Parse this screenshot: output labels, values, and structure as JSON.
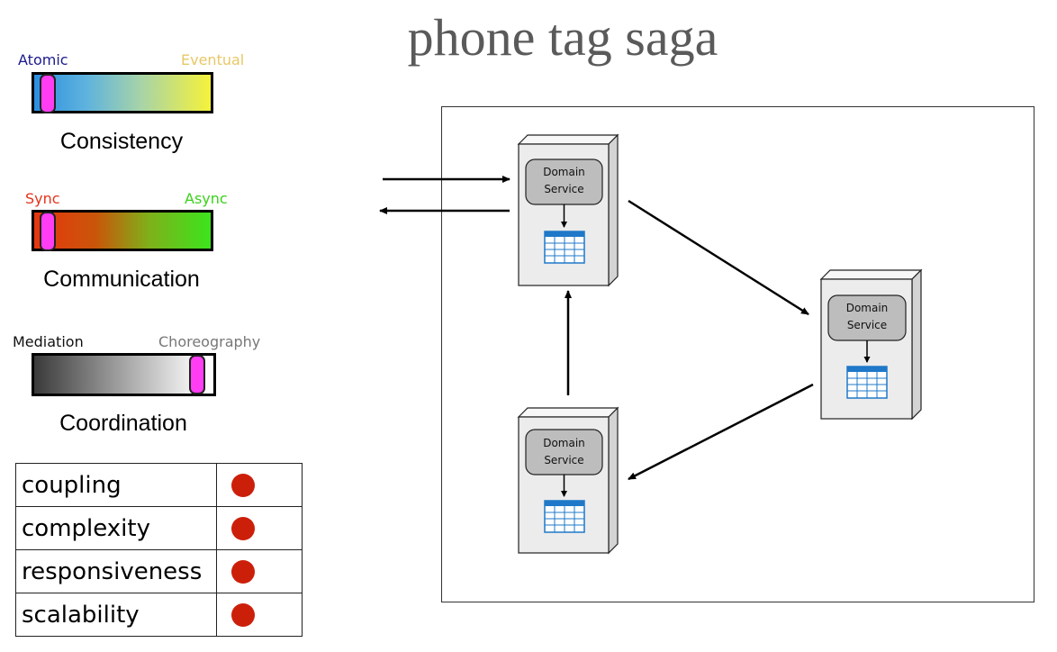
{
  "title": "phone tag saga",
  "scales": {
    "consistency": {
      "left_label": "Atomic",
      "right_label": "Eventual",
      "caption": "Consistency",
      "thumb_position": 0.09,
      "left_color": "#1b1b8f",
      "right_color": "#e8c766"
    },
    "communication": {
      "left_label": "Sync",
      "right_label": "Async",
      "caption": "Communication",
      "thumb_position": 0.09,
      "left_color": "#e5331b",
      "right_color": "#3ad21b"
    },
    "coordination": {
      "left_label": "Mediation",
      "right_label": "Choreography",
      "caption": "Coordination",
      "thumb_position": 0.91,
      "left_color": "#111111",
      "right_color": "#777777"
    }
  },
  "metrics": [
    {
      "name": "coupling",
      "rating_color": "#cc1f0a"
    },
    {
      "name": "complexity",
      "rating_color": "#cc1f0a"
    },
    {
      "name": "responsiveness",
      "rating_color": "#cc1f0a"
    },
    {
      "name": "scalability",
      "rating_color": "#cc1f0a"
    }
  ],
  "diagram": {
    "services": [
      {
        "line1": "Domain",
        "line2": "Service"
      },
      {
        "line1": "Domain",
        "line2": "Service"
      },
      {
        "line1": "Domain",
        "line2": "Service"
      }
    ]
  }
}
